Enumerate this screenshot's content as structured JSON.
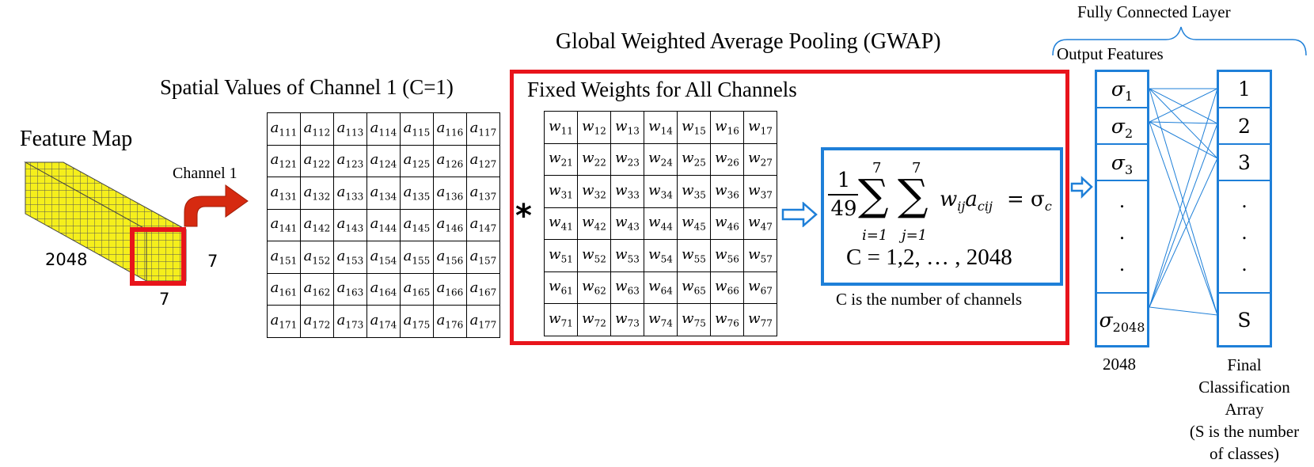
{
  "labels": {
    "feature_map": "Feature Map",
    "cube_depth": "2048",
    "cube_height": "7",
    "cube_width": "7",
    "channel_label": "Channel 1",
    "spatial_title": "Spatial Values of Channel 1 (C=1)",
    "gwap_title": "Global Weighted Average Pooling (GWAP)",
    "weights_title": "Fixed Weights for All Channels",
    "multiply_symbol": "*",
    "formula_numerator": "1",
    "formula_denominator": "49",
    "sum_upper_1": "7",
    "sum_upper_2": "7",
    "sum_lower_1": "i=1",
    "sum_lower_2": "j=1",
    "formula_body": "= σ",
    "formula_sub": "c",
    "channels_range": "C = 1,2, … , 2048",
    "channels_note": "C is the number of channels",
    "fc_title": "Fully Connected Layer",
    "output_features": "Output Features",
    "output_count": "2048",
    "final_caption": "Final\nClassification\nArray\n(S is the number\nof classes)"
  },
  "a_matrix_prefix": "a",
  "w_matrix_prefix": "w",
  "output_column": [
    "σ1",
    "σ2",
    "σ3",
    ".",
    ".",
    ".",
    "σ2048"
  ],
  "class_column": [
    "1",
    "2",
    "3",
    ".",
    ".",
    ".",
    "S"
  ],
  "colors": {
    "gwap_border": "#e8141b",
    "blue": "#1e7fd8",
    "cube": "#f5ef1c",
    "arrow": "#d62a10"
  }
}
